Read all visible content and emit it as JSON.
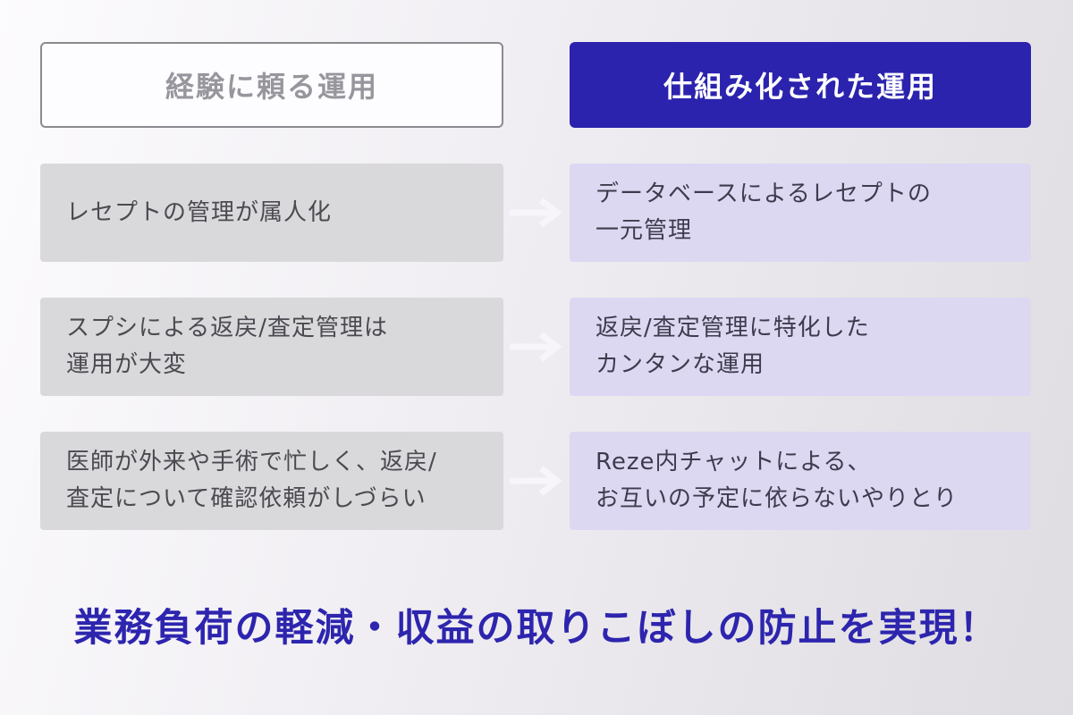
{
  "colors": {
    "background_start": "#fcfbfd",
    "background_end": "#dfdde2",
    "header_left_border": "#8b8a90",
    "header_left_text": "#98969d",
    "header_left_fill": "#fdfcfe",
    "header_right_fill": "#2b23ae",
    "header_right_text": "#ffffff",
    "problem_box_fill": "#d9d8db",
    "problem_box_text": "#4b4a50",
    "solution_box_fill": "#dcd8f2",
    "solution_box_text": "#3e3b4d",
    "arrow": "#f7f5fa",
    "headline_text": "#2d25ae"
  },
  "comparison": {
    "left": {
      "header": "経験に頼る運用",
      "items": [
        "レセプトの管理が属人化",
        "スプシによる返戻/査定管理は\n運用が大変",
        "医師が外来や手術で忙しく、返戻/\n査定について確認依頼がしづらい"
      ]
    },
    "right": {
      "header": "仕組み化された運用",
      "items": [
        "データベースによるレセプトの\n一元管理",
        "返戻/査定管理に特化した\nカンタンな運用",
        "Reze内チャットによる、\nお互いの予定に依らないやりとり"
      ]
    }
  },
  "headline": "業務負荷の軽減・収益の取りこぼしの防止を実現！"
}
